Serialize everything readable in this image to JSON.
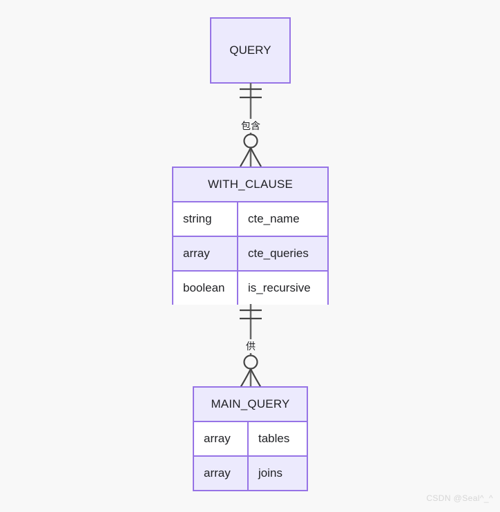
{
  "diagram": {
    "type": "er-diagram",
    "background_color": "#f8f8f8",
    "entity_fill_color": "#eceafd",
    "entity_border_color": "#9673e6",
    "row_alt_color": "#ffffff",
    "line_color": "#666666",
    "text_color": "#1f2024"
  },
  "entities": [
    {
      "id": "query",
      "name": "QUERY",
      "attributes": []
    },
    {
      "id": "with_clause",
      "name": "WITH_CLAUSE",
      "attributes": [
        {
          "type": "string",
          "field": "cte_name"
        },
        {
          "type": "array",
          "field": "cte_queries"
        },
        {
          "type": "boolean",
          "field": "is_recursive"
        }
      ]
    },
    {
      "id": "main_query",
      "name": "MAIN_QUERY",
      "attributes": [
        {
          "type": "array",
          "field": "tables"
        },
        {
          "type": "array",
          "field": "joins"
        }
      ]
    }
  ],
  "relationships": [
    {
      "id": "rel-query-with-clause",
      "from": "QUERY",
      "to": "WITH_CLAUSE",
      "label": "包含",
      "from_cardinality": "exactly-one",
      "to_cardinality": "zero-or-more"
    },
    {
      "id": "rel-with-clause-main-query",
      "from": "WITH_CLAUSE",
      "to": "MAIN_QUERY",
      "label": "供",
      "from_cardinality": "exactly-one",
      "to_cardinality": "zero-or-more"
    }
  ],
  "watermark": {
    "text": "CSDN @Seal^_^"
  }
}
